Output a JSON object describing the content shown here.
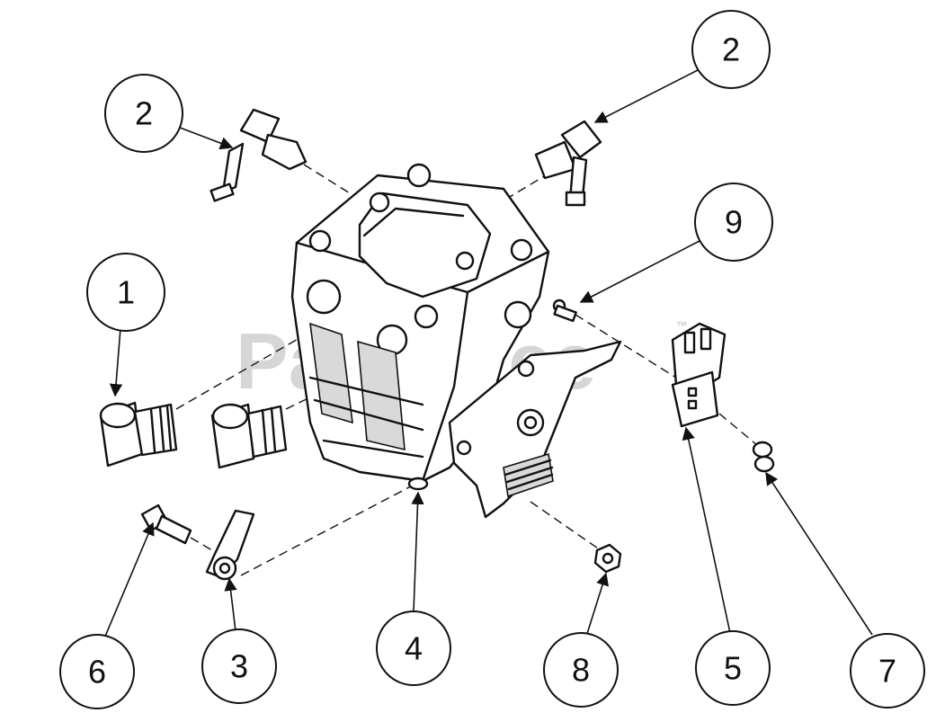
{
  "watermark": {
    "text": "PartsTree",
    "trademark": "™"
  },
  "callouts": [
    "2",
    "2",
    "1",
    "9",
    "6",
    "3",
    "4",
    "8",
    "5",
    "7"
  ],
  "colors": {
    "line": "#111111",
    "background": "#ffffff",
    "watermark": "#c9c9c9"
  }
}
